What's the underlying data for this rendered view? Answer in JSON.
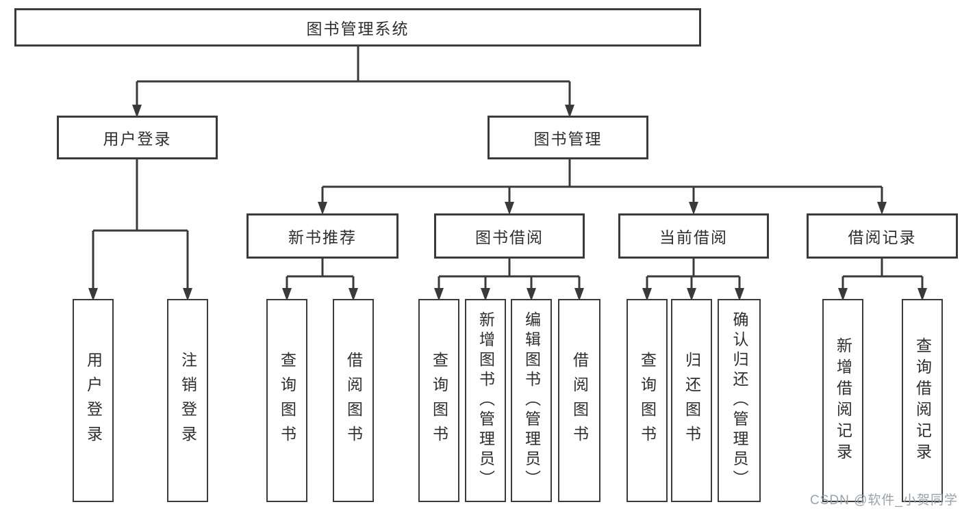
{
  "diagram": {
    "title_node": {
      "label": "图书管理系统"
    },
    "level2": [
      {
        "label": "用户登录"
      },
      {
        "label": "图书管理"
      }
    ],
    "level3": [
      {
        "label": "新书推荐"
      },
      {
        "label": "图书借阅"
      },
      {
        "label": "当前借阅"
      },
      {
        "label": "借阅记录"
      }
    ],
    "leaves": [
      {
        "label": "用户登录",
        "parent": "用户登录"
      },
      {
        "label": "注销登录",
        "parent": "用户登录"
      },
      {
        "label": "查询图书",
        "parent": "新书推荐"
      },
      {
        "label": "借阅图书",
        "parent": "新书推荐"
      },
      {
        "label": "查询图书",
        "parent": "图书借阅"
      },
      {
        "label": "新增图书（管理员）",
        "parent": "图书借阅"
      },
      {
        "label": "编辑图书（管理员）",
        "parent": "图书借阅"
      },
      {
        "label": "借阅图书",
        "parent": "图书借阅"
      },
      {
        "label": "查询图书",
        "parent": "当前借阅"
      },
      {
        "label": "归还图书",
        "parent": "当前借阅"
      },
      {
        "label": "确认归还（管理员）",
        "parent": "当前借阅"
      },
      {
        "label": "新增借阅记录",
        "parent": "借阅记录"
      },
      {
        "label": "查询借阅记录",
        "parent": "借阅记录"
      }
    ],
    "colors": {
      "line": "#3a3a3a",
      "box_border": "#3a3a3a",
      "text": "#2e2e2e",
      "background": "#ffffff",
      "watermark": "#949da7"
    }
  },
  "watermark": {
    "text": "CSDN @软件_小贺同学"
  }
}
